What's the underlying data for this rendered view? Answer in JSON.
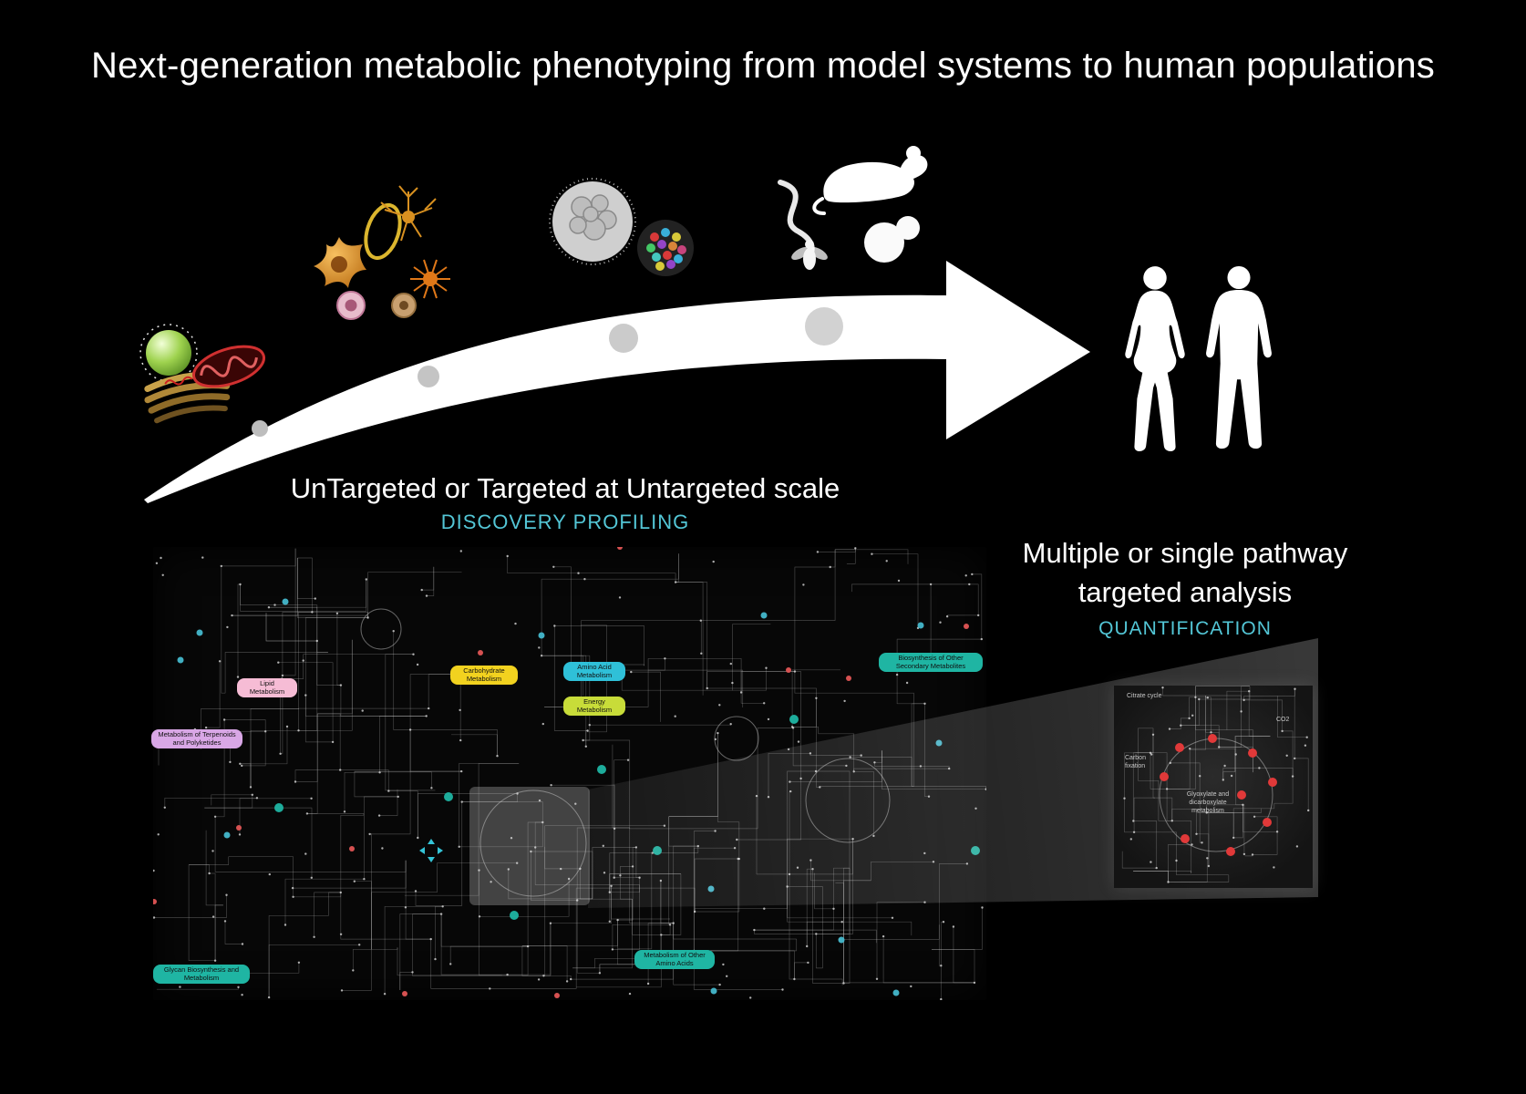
{
  "title": "Next-generation metabolic phenotyping from model systems to human populations",
  "discovery": {
    "heading": "UnTargeted or Targeted at Untargeted scale",
    "label": "DISCOVERY PROFILING"
  },
  "quantification": {
    "heading_line1": "Multiple or single pathway",
    "heading_line2": "targeted analysis",
    "label": "QUANTIFICATION"
  },
  "colors": {
    "background": "#000000",
    "text": "#ffffff",
    "accent_cyan": "#53c6d6",
    "arrow": "#ffffff",
    "map_background": "#070707",
    "network_line": "#d8d8d8",
    "network_dot": "#e6e6e6",
    "node_cyan": "#45b8cc",
    "node_red": "#e25555",
    "node_teal": "#1fb5a3",
    "inset_red_dot": "#e03939",
    "beam_gray": "#bfbfbf"
  },
  "pathway_map": {
    "labels": [
      {
        "text": "Metabolism of Terpenoids and Polyketides",
        "color": "#d9a7e6"
      },
      {
        "text": "Lipid Metabolism",
        "color": "#f6bcd5"
      },
      {
        "text": "Carbohydrate Metabolism",
        "color": "#f2d21f"
      },
      {
        "text": "Amino Acid Metabolism",
        "color": "#2fc0d8"
      },
      {
        "text": "Energy Metabolism",
        "color": "#c8dc39"
      },
      {
        "text": "Biosynthesis of Other Secondary Metabolites",
        "color": "#1fb5a3"
      },
      {
        "text": "Metabolism of Other Amino Acids",
        "color": "#1fb5a3"
      },
      {
        "text": "Glycan Biosynthesis and Metabolism",
        "color": "#1fb5a3"
      }
    ]
  },
  "inset_map": {
    "labels": [
      {
        "text": "Citrate cycle"
      },
      {
        "text": "CO2"
      },
      {
        "text": "Carbon fixation"
      },
      {
        "text": "Glyoxylate and dicarboxylate metabolism"
      }
    ]
  },
  "icons": {
    "green-cell-icon": "shaded circle with dashed membrane",
    "membrane-stack-icon": "stacked golden membranes",
    "mitochondrion-icon": "red striped ellipse",
    "astrocyte-cell-icon": "orange star-shaped cell",
    "neuron-icon": "branched neuron",
    "spiky-neuron-icon": "radial spiky neuron",
    "pink-cell-icon": "round cell with nucleus",
    "brown-cell-icon": "round cell with nucleus",
    "embryo-outline-icon": "yellow oval outline",
    "organoid-icon": "gray sphere with inner vesicles",
    "multicolor-organoid-icon": "sphere of colored cells",
    "worm-icon": "worm curve silhouette",
    "fly-icon": "fly silhouette",
    "mouse-icon": "mouse silhouette",
    "yeast-icon": "budding yeast",
    "female-human-icon": "female body silhouette",
    "male-human-icon": "male body silhouette",
    "blue-arrows-marker-icon": "four cyan arrowheads"
  }
}
